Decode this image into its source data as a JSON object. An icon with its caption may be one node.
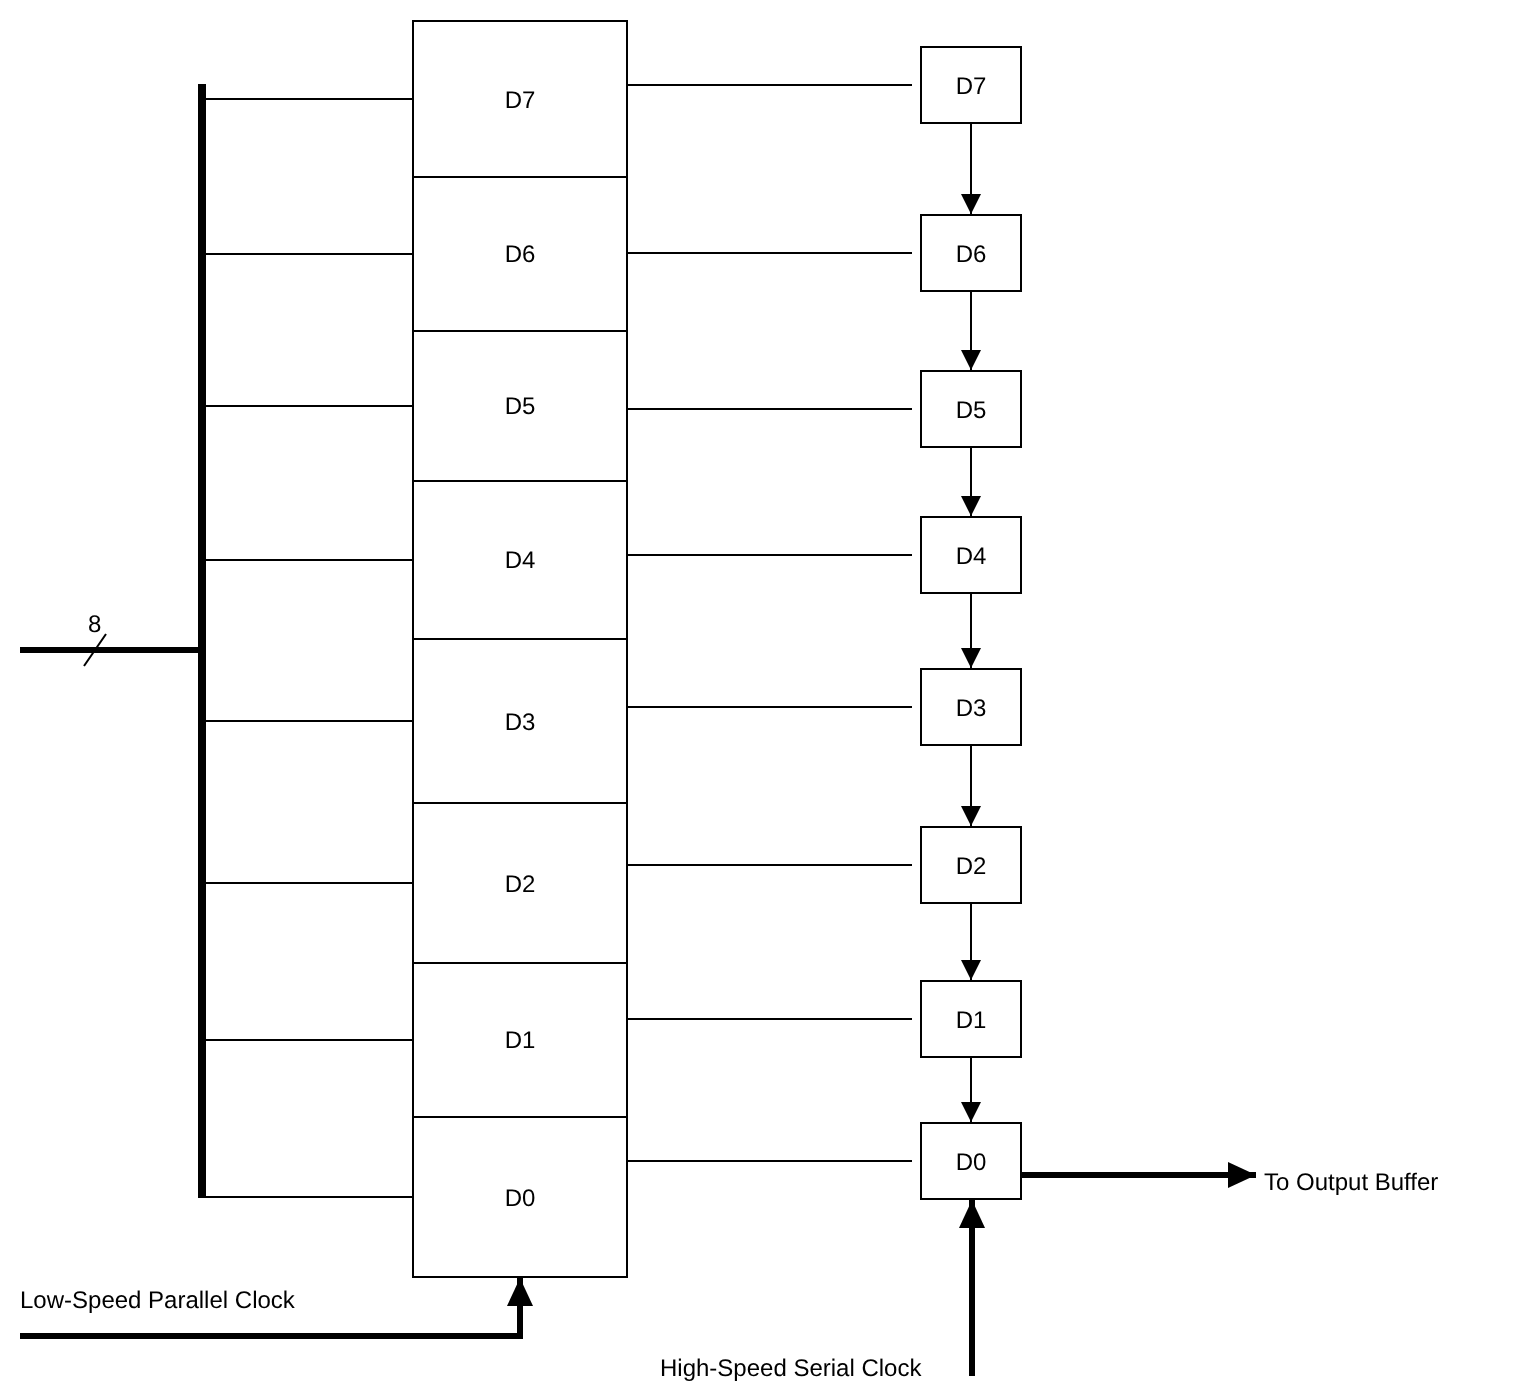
{
  "diagram": {
    "nodes": [
      {
        "text": [],
        "shape": "bar"
      },
      {
        "text": [
          "D7"
        ]
      },
      {
        "text": [
          "D6"
        ]
      },
      {
        "text": [
          "D5"
        ]
      },
      {
        "text": [
          "D4"
        ]
      },
      {
        "text": [
          "D3"
        ]
      },
      {
        "text": [
          "D2"
        ]
      },
      {
        "text": [
          "D1"
        ]
      },
      {
        "text": [
          "D0"
        ]
      },
      {
        "text": [
          "D7"
        ]
      },
      {
        "text": [
          "D6"
        ]
      },
      {
        "text": [
          "D5"
        ]
      },
      {
        "text": [
          "D4"
        ]
      },
      {
        "text": [
          "D3"
        ]
      },
      {
        "text": [
          "D2"
        ]
      },
      {
        "text": [
          "D1"
        ]
      },
      {
        "text": [
          "D0"
        ]
      },
      {
        "text": [
          "To Output Buffer"
        ]
      }
    ],
    "edges": [
      {
        "from": 0,
        "to": 1,
        "arrow": "none"
      },
      {
        "from": 0,
        "to": 2,
        "arrow": "none"
      },
      {
        "from": 0,
        "to": 3,
        "arrow": "none"
      },
      {
        "from": 0,
        "to": 4,
        "arrow": "none"
      },
      {
        "from": 0,
        "to": 5,
        "arrow": "none"
      },
      {
        "from": 0,
        "to": 6,
        "arrow": "none"
      },
      {
        "from": 0,
        "to": 7,
        "arrow": "none"
      },
      {
        "from": 0,
        "to": 8,
        "arrow": "none"
      },
      {
        "from": 1,
        "to": 9,
        "arrow": "none"
      },
      {
        "from": 2,
        "to": 10,
        "arrow": "none"
      },
      {
        "from": 3,
        "to": 11,
        "arrow": "none"
      },
      {
        "from": 4,
        "to": 12,
        "arrow": "none"
      },
      {
        "from": 5,
        "to": 13,
        "arrow": "none"
      },
      {
        "from": 6,
        "to": 14,
        "arrow": "none"
      },
      {
        "from": 7,
        "to": 15,
        "arrow": "none"
      },
      {
        "from": 8,
        "to": 16,
        "arrow": "none"
      },
      {
        "from": 9,
        "to": 10,
        "arrow": "to"
      },
      {
        "from": 10,
        "to": 11,
        "arrow": "to"
      },
      {
        "from": 11,
        "to": 12,
        "arrow": "to"
      },
      {
        "from": 12,
        "to": 13,
        "arrow": "to"
      },
      {
        "from": 13,
        "to": 14,
        "arrow": "to"
      },
      {
        "from": 14,
        "to": 15,
        "arrow": "to"
      },
      {
        "from": 15,
        "to": 16,
        "arrow": "to"
      },
      {
        "from": 16,
        "to": 17,
        "arrow": "to",
        "style": "thick"
      },
      {
        "from": null,
        "to": 8,
        "arrow": "to",
        "style": "thick",
        "label": "Low-Speed Parallel Clock"
      },
      {
        "from": null,
        "to": 16,
        "arrow": "to",
        "style": "thick",
        "label": "High-Speed Serial Clock"
      },
      {
        "from": null,
        "to": 0,
        "arrow": "none",
        "style": "thick"
      }
    ],
    "labels": [
      "8"
    ]
  }
}
